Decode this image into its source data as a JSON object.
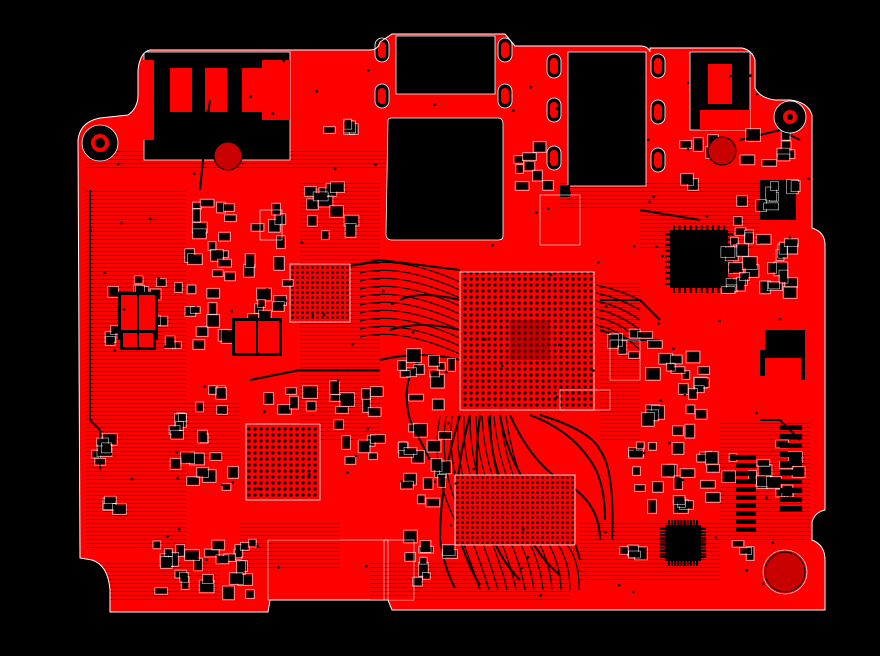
{
  "view": {
    "background_color": "#000000",
    "copper_color": "#ff0000",
    "outline_color": "#ffffff",
    "trace_color": "#000000",
    "pad_fill_color": "#ff0000",
    "hole_color": "#000000",
    "mounting_hole_color": "#c80000"
  },
  "board": {
    "layer": "top-copper",
    "components": {
      "bga_main": {
        "kind": "bga-package",
        "icon": "bga-chip-icon"
      },
      "bga_left_upper": {
        "kind": "qfn-package",
        "icon": "chip-icon"
      },
      "bga_left_lower": {
        "kind": "bga-package",
        "icon": "bga-chip-icon"
      },
      "qfn_right": {
        "kind": "qfp-package",
        "icon": "chip-icon"
      },
      "qfn_bottom_right": {
        "kind": "qfn-package",
        "icon": "chip-icon"
      },
      "emmc_area": {
        "kind": "bga-ball-field",
        "icon": "bga-chip-icon"
      },
      "mounting_holes": {
        "count": 4,
        "icon": "hole-icon"
      },
      "cutouts": {
        "count": 3,
        "icon": "cutout-icon"
      }
    }
  }
}
